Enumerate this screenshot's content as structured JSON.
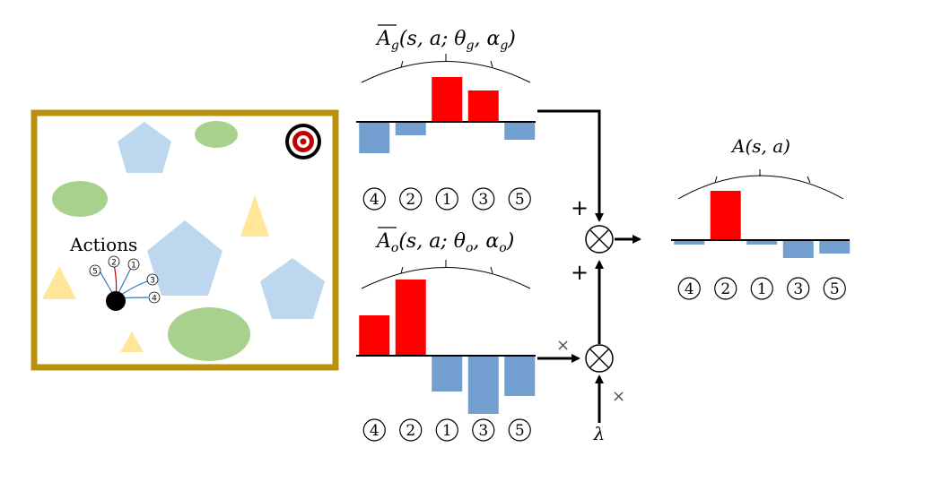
{
  "environment": {
    "actions_label": "Actions",
    "action_numbers": [
      "5",
      "2",
      "1",
      "3",
      "4"
    ],
    "colors": {
      "frame": "#b8900c",
      "pentagon": "#bdd7ee",
      "ellipse": "#a9d18e",
      "triangle": "#ffe699",
      "agent": "#000000",
      "target_red": "#c00000"
    },
    "icons": [
      "target-icon",
      "agent-icon"
    ]
  },
  "goal_chart": {
    "label_main": "A",
    "label_sub": "g",
    "label_args": "(s, a; θ",
    "label_args_sub": "g",
    "label_mid": ", α",
    "label_end_sub": "g",
    "label_close": ")",
    "categories": [
      "4",
      "2",
      "1",
      "3",
      "5"
    ],
    "values": [
      -0.35,
      -0.15,
      0.5,
      0.35,
      -0.2
    ]
  },
  "obstacle_chart": {
    "label_main": "A",
    "label_sub": "o",
    "label_args": "(s, a; θ",
    "label_args_sub": "o",
    "label_mid": ", α",
    "label_end_sub": "o",
    "label_close": ")",
    "categories": [
      "4",
      "2",
      "1",
      "3",
      "5"
    ],
    "values": [
      0.45,
      0.85,
      -0.4,
      -0.65,
      -0.45
    ]
  },
  "result_chart": {
    "label": "A(s, a)",
    "categories": [
      "4",
      "2",
      "1",
      "3",
      "5"
    ],
    "values": [
      -0.05,
      0.55,
      -0.05,
      -0.2,
      -0.15
    ]
  },
  "operators": {
    "plus_top": "+",
    "plus_bottom": "+",
    "times_left": "×",
    "times_right": "×",
    "lambda": "λ"
  },
  "chart_data": [
    {
      "type": "bar",
      "categories": [
        "4",
        "2",
        "1",
        "3",
        "5"
      ],
      "values": [
        -0.35,
        -0.15,
        0.5,
        0.35,
        -0.2
      ],
      "title": "A_g(s, a; θ_g, α_g)"
    },
    {
      "type": "bar",
      "categories": [
        "4",
        "2",
        "1",
        "3",
        "5"
      ],
      "values": [
        0.45,
        0.85,
        -0.4,
        -0.65,
        -0.45
      ],
      "title": "A_o(s, a; θ_o, α_o)"
    },
    {
      "type": "bar",
      "categories": [
        "4",
        "2",
        "1",
        "3",
        "5"
      ],
      "values": [
        -0.05,
        0.55,
        -0.05,
        -0.2,
        -0.15
      ],
      "title": "A(s, a)"
    }
  ],
  "bar_colors": {
    "positive": "#ff0000",
    "negative": "#729fcf"
  }
}
